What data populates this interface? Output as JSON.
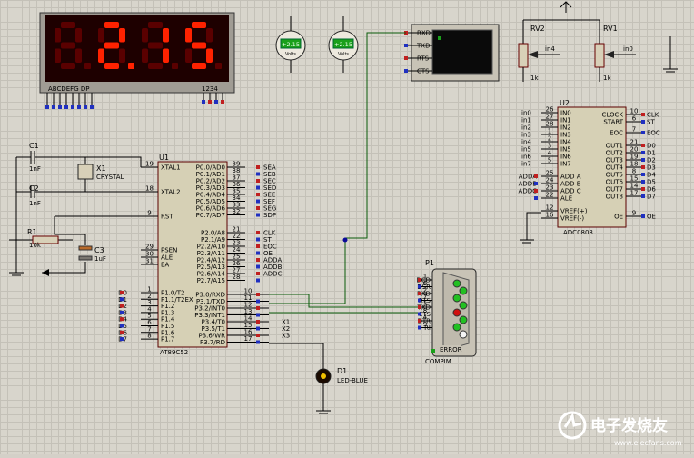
{
  "display": {
    "text": "2.15",
    "segments_label": "ABCDEFG  DP",
    "digits_label": "1234"
  },
  "voltmeters": [
    {
      "value": "+2.15",
      "unit": "Volts"
    },
    {
      "value": "+2.15",
      "unit": "Volts"
    }
  ],
  "pots": [
    {
      "ref": "RV2",
      "value": "1k",
      "net": "in4"
    },
    {
      "ref": "RV1",
      "value": "1k",
      "net": "in0"
    }
  ],
  "terminal": {
    "pins": [
      "RXD",
      "TXD",
      "RTS",
      "CTS"
    ]
  },
  "u1": {
    "ref": "U1",
    "name": "AT89C52",
    "left_pins": [
      {
        "n": "19",
        "name": "XTAL1"
      },
      {
        "n": "18",
        "name": "XTAL2"
      },
      {
        "n": "9",
        "name": "RST"
      },
      {
        "n": "29",
        "name": "PSEN"
      },
      {
        "n": "30",
        "name": "ALE"
      },
      {
        "n": "31",
        "name": "EA"
      }
    ],
    "p1_pins": [
      {
        "n": "1",
        "name": "P1.0/T2",
        "net": "D0"
      },
      {
        "n": "2",
        "name": "P1.1/T2EX",
        "net": "D1"
      },
      {
        "n": "3",
        "name": "P1.2",
        "net": "D2"
      },
      {
        "n": "4",
        "name": "P1.3",
        "net": "D3"
      },
      {
        "n": "5",
        "name": "P1.4",
        "net": "D4"
      },
      {
        "n": "6",
        "name": "P1.5",
        "net": "D5"
      },
      {
        "n": "7",
        "name": "P1.6",
        "net": "D6"
      },
      {
        "n": "8",
        "name": "P1.7",
        "net": "D7"
      }
    ],
    "p0_pins": [
      {
        "n": "39",
        "name": "P0.0/AD0",
        "net": "SEA"
      },
      {
        "n": "38",
        "name": "P0.1/AD1",
        "net": "SEB"
      },
      {
        "n": "37",
        "name": "P0.2/AD2",
        "net": "SEC"
      },
      {
        "n": "36",
        "name": "P0.3/AD3",
        "net": "SED"
      },
      {
        "n": "35",
        "name": "P0.4/AD4",
        "net": "SEE"
      },
      {
        "n": "34",
        "name": "P0.5/AD5",
        "net": "SEF"
      },
      {
        "n": "33",
        "name": "P0.6/AD6",
        "net": "SEG"
      },
      {
        "n": "32",
        "name": "P0.7/AD7",
        "net": "SDP"
      }
    ],
    "p2_pins": [
      {
        "n": "21",
        "name": "P2.0/A8",
        "net": "CLK"
      },
      {
        "n": "22",
        "name": "P2.1/A9",
        "net": "ST"
      },
      {
        "n": "23",
        "name": "P2.2/A10",
        "net": "EOC"
      },
      {
        "n": "24",
        "name": "P2.3/A11",
        "net": "OE"
      },
      {
        "n": "25",
        "name": "P2.4/A12",
        "net": "ADDA"
      },
      {
        "n": "26",
        "name": "P2.5/A13",
        "net": "ADDB"
      },
      {
        "n": "27",
        "name": "P2.6/A14",
        "net": "ADDC"
      },
      {
        "n": "28",
        "name": "P2.7/A15",
        "net": ""
      }
    ],
    "p3_pins": [
      {
        "n": "10",
        "name": "P3.0/RXD",
        "net": ""
      },
      {
        "n": "11",
        "name": "P3.1/TXD",
        "net": ""
      },
      {
        "n": "12",
        "name": "P3.2/INT0",
        "net": ""
      },
      {
        "n": "13",
        "name": "P3.3/INT1",
        "net": ""
      },
      {
        "n": "14",
        "name": "P3.4/T0",
        "net": "X1"
      },
      {
        "n": "15",
        "name": "P3.5/T1",
        "net": "X2"
      },
      {
        "n": "16",
        "name": "P3.6/WR",
        "net": "X3"
      },
      {
        "n": "17",
        "name": "P3.7/RD",
        "net": ""
      }
    ]
  },
  "u2": {
    "ref": "U2",
    "name": "ADC0808",
    "in_pins": [
      {
        "n": "26",
        "name": "IN0",
        "net": "in0"
      },
      {
        "n": "27",
        "name": "IN1",
        "net": "in1"
      },
      {
        "n": "28",
        "name": "IN2",
        "net": "in2"
      },
      {
        "n": "1",
        "name": "IN3",
        "net": "in3"
      },
      {
        "n": "2",
        "name": "IN4",
        "net": "in4"
      },
      {
        "n": "3",
        "name": "IN5",
        "net": "in5"
      },
      {
        "n": "4",
        "name": "IN6",
        "net": "in6"
      },
      {
        "n": "5",
        "name": "IN7",
        "net": "in7"
      }
    ],
    "addr_pins": [
      {
        "n": "25",
        "name": "ADD A",
        "net": "ADDA"
      },
      {
        "n": "24",
        "name": "ADD B",
        "net": "ADDB"
      },
      {
        "n": "23",
        "name": "ADD C",
        "net": "ADDC"
      },
      {
        "n": "22",
        "name": "ALE",
        "net": ""
      }
    ],
    "vref_pins": [
      {
        "n": "12",
        "name": "VREF(+)"
      },
      {
        "n": "16",
        "name": "VREF(-)"
      }
    ],
    "right_pins": [
      {
        "n": "10",
        "name": "CLOCK",
        "net": "CLK"
      },
      {
        "n": "6",
        "name": "START",
        "net": "ST"
      },
      {
        "n": "7",
        "name": "EOC",
        "net": "EOC"
      },
      {
        "n": "21",
        "name": "OUT1",
        "net": "D0"
      },
      {
        "n": "20",
        "name": "OUT2",
        "net": "D1"
      },
      {
        "n": "19",
        "name": "OUT3",
        "net": "D2"
      },
      {
        "n": "18",
        "name": "OUT4",
        "net": "D3"
      },
      {
        "n": "8",
        "name": "OUT5",
        "net": "D4"
      },
      {
        "n": "15",
        "name": "OUT6",
        "net": "D5"
      },
      {
        "n": "14",
        "name": "OUT7",
        "net": "D6"
      },
      {
        "n": "17",
        "name": "OUT8",
        "net": "D7"
      },
      {
        "n": "9",
        "name": "OE",
        "net": "OE"
      }
    ]
  },
  "passives": {
    "c1": {
      "ref": "C1",
      "value": "1nF"
    },
    "c2": {
      "ref": "C2",
      "value": "1nF"
    },
    "c3": {
      "ref": "C3",
      "value": "1uF"
    },
    "x1": {
      "ref": "X1",
      "value": "CRYSTAL"
    },
    "r1": {
      "ref": "R1",
      "value": "10k"
    },
    "d1": {
      "ref": "D1",
      "value": "LED-BLUE"
    }
  },
  "p1": {
    "ref": "P1",
    "name": "COMPIM",
    "error": "ERROR",
    "pins": [
      {
        "n": "1",
        "name": "DCD"
      },
      {
        "n": "6",
        "name": "DSR"
      },
      {
        "n": "2",
        "name": "RXD"
      },
      {
        "n": "7",
        "name": "RTS"
      },
      {
        "n": "3",
        "name": "TXD"
      },
      {
        "n": "8",
        "name": "CTS"
      },
      {
        "n": "4",
        "name": "DTR"
      },
      {
        "n": "9",
        "name": "RI"
      }
    ]
  },
  "watermark": {
    "text": "电子发烧友",
    "url": "www.elecfans.com"
  },
  "colors": {
    "segment_on": "#ff2200",
    "segment_off": "#5a0000",
    "display_bg": "#1e0000",
    "chip_fill": "#d6d0b5",
    "wire": "#0a5a0a",
    "voltmeter": "#1aa01a"
  }
}
